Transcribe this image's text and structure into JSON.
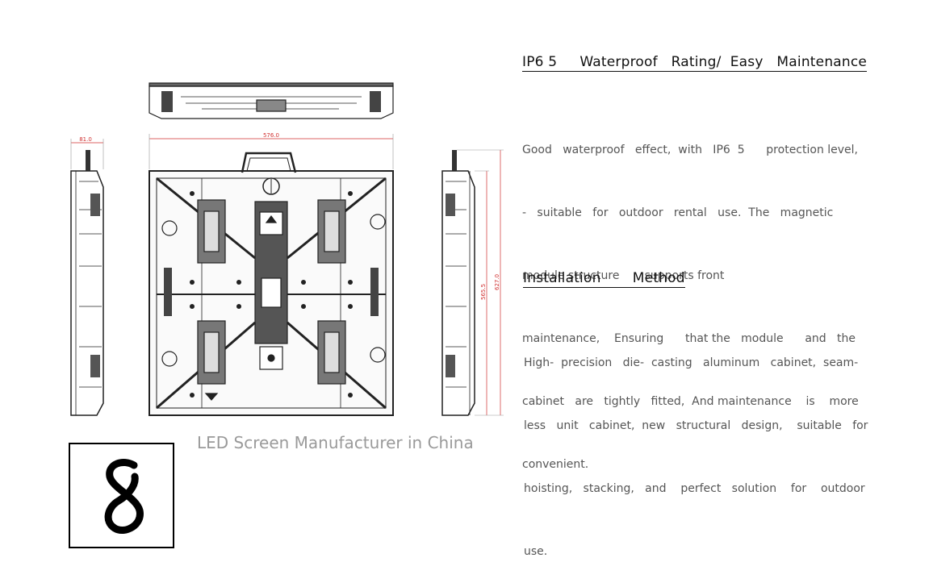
{
  "drawing": {
    "dim_width": "576.0",
    "dim_depth": "81.0",
    "dim_height_outer": "627.0",
    "dim_height_inner": "565.5"
  },
  "section1": {
    "heading": "IP6 5     Waterproof   Rating/  Easy   Maintenance",
    "lines": [
      "Good   waterproof   effect,  with   IP6  5      protection level,",
      "-   suitable   for   outdoor   rental   use.  The   magnetic",
      "module structure       supports front",
      "maintenance,    Ensuring      that the   module      and   the",
      "cabinet   are   tightly   fitted,  And maintenance    is    more",
      "convenient."
    ]
  },
  "section2": {
    "heading": "Installation       Method",
    "lines": [
      "High-  precision   die-  casting   aluminum   cabinet,  seam-",
      "less   unit   cabinet,  new   structural   design,    suitable   for",
      "hoisting,   stacking,   and    perfect   solution    for    outdoor",
      "use."
    ]
  },
  "tagline": "LED Screen Manufacturer in China",
  "logo": {
    "icon": "figure-eight-logo-icon",
    "color": "#000000"
  }
}
